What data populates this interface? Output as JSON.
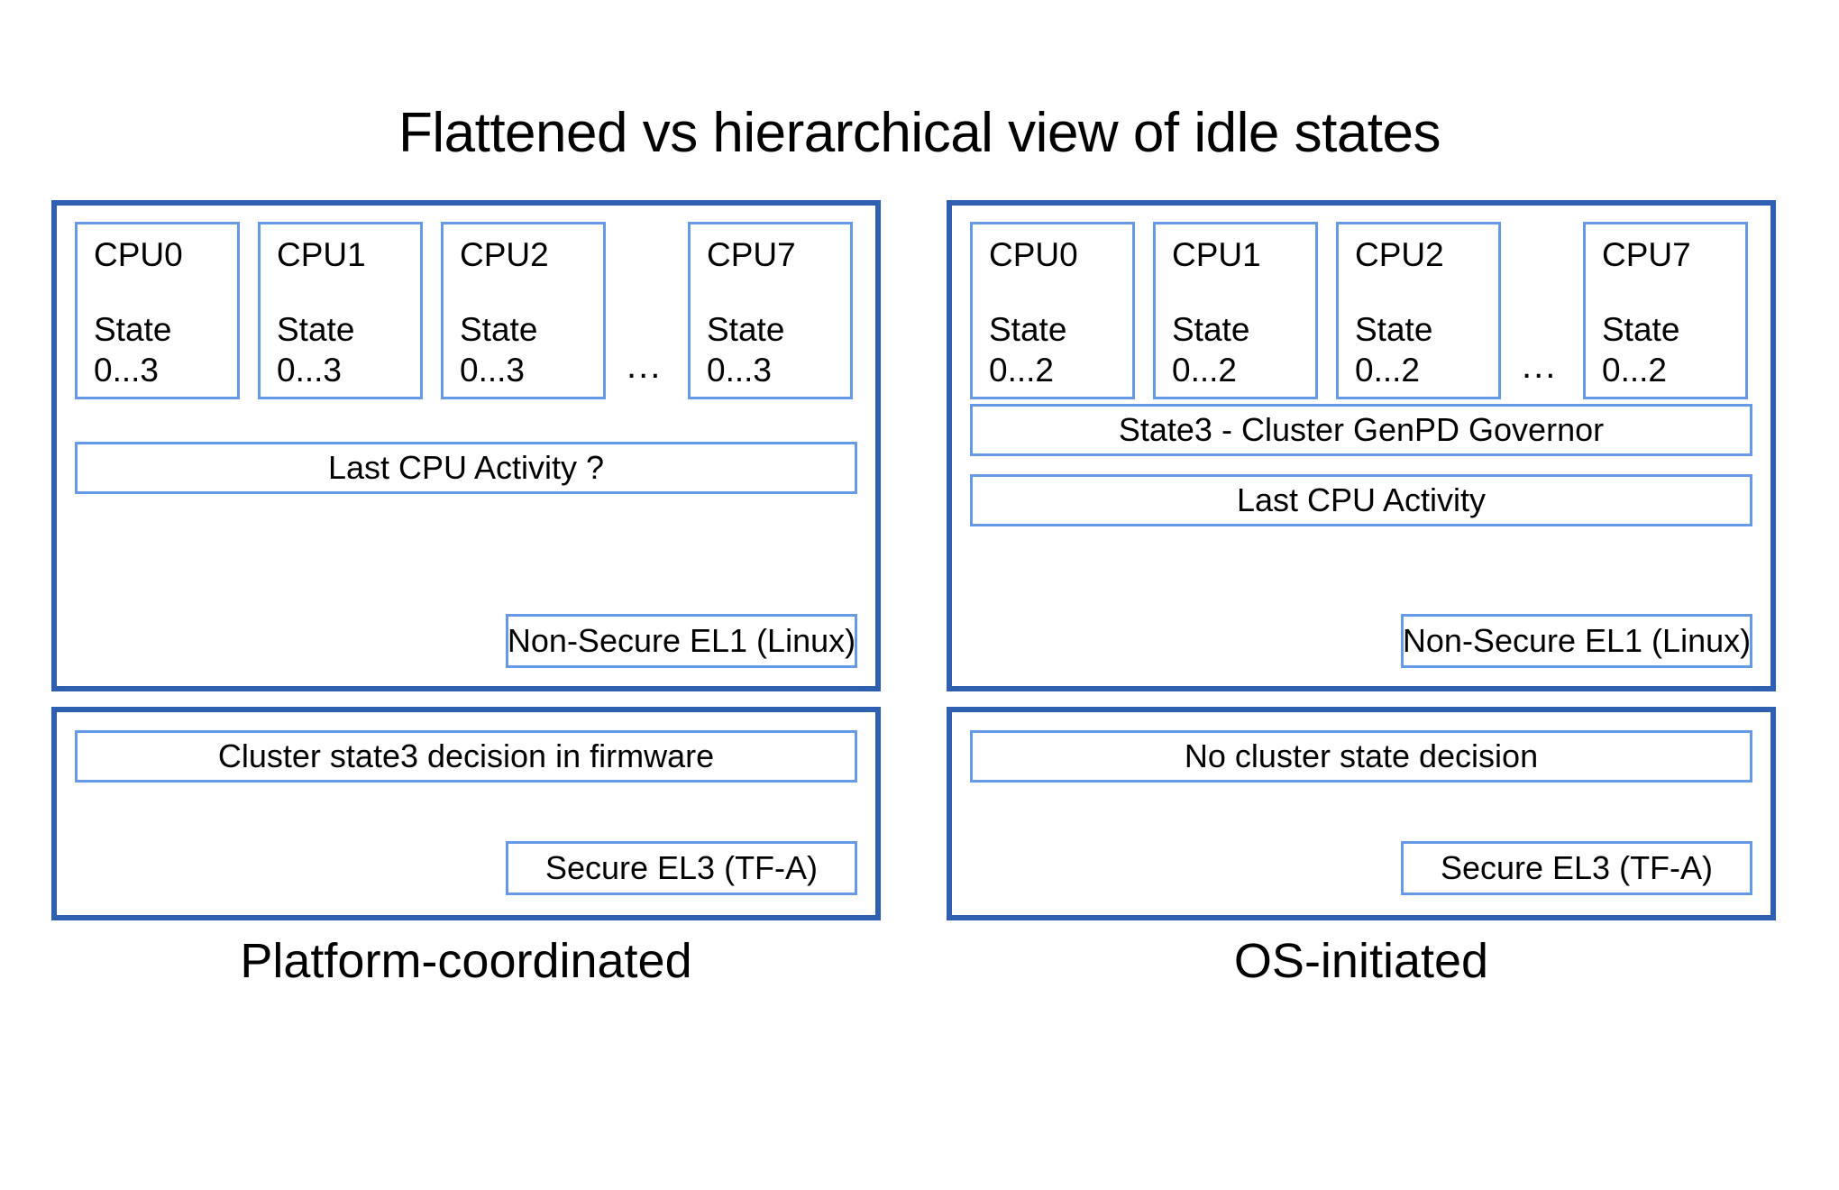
{
  "title": "Flattened vs hierarchical view of idle states",
  "colors": {
    "panel_border": "#2E5FB0",
    "box_border": "#6699E8",
    "background": "#FFFFFF",
    "text": "#000000"
  },
  "columns": [
    {
      "caption": "Platform-coordinated",
      "ellipsis": "...",
      "cpus": [
        {
          "name": "CPU0",
          "state_label": "State",
          "state_range": "0...3"
        },
        {
          "name": "CPU1",
          "state_label": "State",
          "state_range": "0...3"
        },
        {
          "name": "CPU2",
          "state_label": "State",
          "state_range": "0...3"
        },
        {
          "name": "CPU7",
          "state_label": "State",
          "state_range": "0...3"
        }
      ],
      "bars": [
        {
          "label": "Last CPU Activity ?"
        }
      ],
      "os_level_badge": "Non-Secure EL1 (Linux)",
      "firmware_bar": "Cluster state3 decision in firmware",
      "firmware_level_badge": "Secure EL3 (TF-A)"
    },
    {
      "caption": "OS-initiated",
      "ellipsis": "...",
      "cpus": [
        {
          "name": "CPU0",
          "state_label": "State",
          "state_range": "0...2"
        },
        {
          "name": "CPU1",
          "state_label": "State",
          "state_range": "0...2"
        },
        {
          "name": "CPU2",
          "state_label": "State",
          "state_range": "0...2"
        },
        {
          "name": "CPU7",
          "state_label": "State",
          "state_range": "0...2"
        }
      ],
      "bars": [
        {
          "label": "State3 - Cluster GenPD Governor"
        },
        {
          "label": "Last CPU Activity"
        }
      ],
      "os_level_badge": "Non-Secure EL1 (Linux)",
      "firmware_bar": "No cluster state decision",
      "firmware_level_badge": "Secure EL3 (TF-A)"
    }
  ]
}
